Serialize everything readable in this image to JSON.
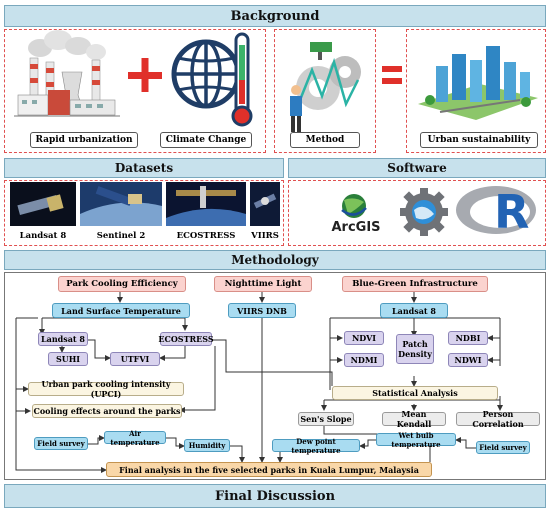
{
  "background": {
    "title": "Background",
    "items": [
      "Rapid urbanization",
      "Climate Change",
      "Method",
      "Urban sustainability"
    ]
  },
  "datasets": {
    "title": "Datasets",
    "items": [
      "Landsat 8",
      "Sentinel 2",
      "ECOSTRESS",
      "VIIRS"
    ]
  },
  "software": {
    "title": "Software",
    "arcgis": "ArcGIS",
    "r": "R"
  },
  "methodology": {
    "title": "Methodology",
    "park_cooling": "Park Cooling Efficiency",
    "nighttime": "Nighttime Light",
    "blue_green": "Blue-Green Infrastructure",
    "lst": "Land Surface Temperature",
    "viirs_dnb": "VIIRS DNB",
    "landsat8_a": "Landsat 8",
    "ecostress": "ECOSTRESS",
    "suhi": "SUHI",
    "utfvi": "UTFVI",
    "upci": "Urban park cooling intensity (UPCI)",
    "cooling_effects": "Cooling effects around the parks",
    "landsat8_b": "Landsat 8",
    "ndvi": "NDVI",
    "patch_density": "Patch Density",
    "ndbi": "NDBI",
    "ndmi": "NDMI",
    "ndwi": "NDWI",
    "statistical": "Statistical Analysis",
    "sens_slope": "Sen's Slope",
    "mean_kendall": "Mean Kendall",
    "person_corr": "Person Correlation",
    "field_survey_a": "Field survey",
    "air_temp": "Air temperature",
    "humidity": "Humidity",
    "dew_point": "Dew point temperature",
    "wet_bulb": "Wet bulb temperature",
    "field_survey_b": "Field survey",
    "final_analysis": "Final analysis  in the five selected parks in Kuala Lumpur, Malaysia"
  },
  "final": {
    "title": "Final Discussion"
  },
  "colors": {
    "header_fill": "#c7e1ec",
    "pink": "#fbd3cf",
    "blue": "#a9dcf1",
    "lavender": "#d9d3ee",
    "orange": "#f9d7a8",
    "red_symbol": "#e0302a"
  }
}
